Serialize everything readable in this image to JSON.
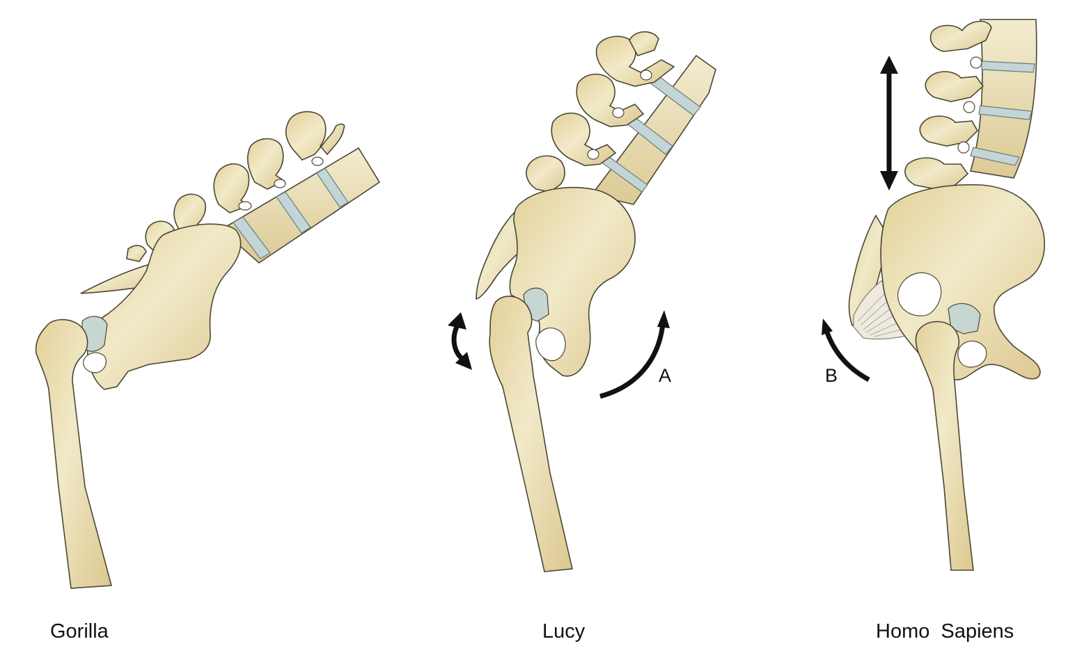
{
  "captions": {
    "gorilla": "Gorilla",
    "lucy": "Lucy",
    "homo_sapiens": "Homo  Sapiens"
  },
  "annotations": {
    "a": "A",
    "b": "B"
  },
  "colors": {
    "bone": "#ece3bd",
    "bone_shadow": "#d9c792",
    "disc": "#c3d5d6",
    "outline": "#4a4636",
    "arrow": "#111111"
  }
}
